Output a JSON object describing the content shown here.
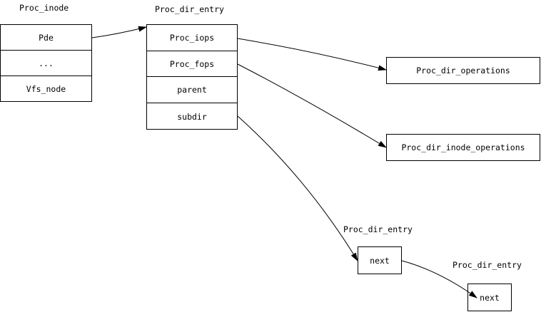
{
  "proc_inode": {
    "title": "Proc_inode",
    "fields": [
      "Pde",
      "...",
      "Vfs_node"
    ]
  },
  "proc_dir_entry_main": {
    "title": "Proc_dir_entry",
    "fields": [
      "Proc_iops",
      "Proc_fops",
      "parent",
      "subdir"
    ]
  },
  "proc_dir_operations": {
    "label": "Proc_dir_operations"
  },
  "proc_dir_inode_operations": {
    "label": "Proc_dir_inode_operations"
  },
  "child_entry_1": {
    "title": "Proc_dir_entry",
    "field": "next"
  },
  "child_entry_2": {
    "title": "Proc_dir_entry",
    "field": "next"
  }
}
